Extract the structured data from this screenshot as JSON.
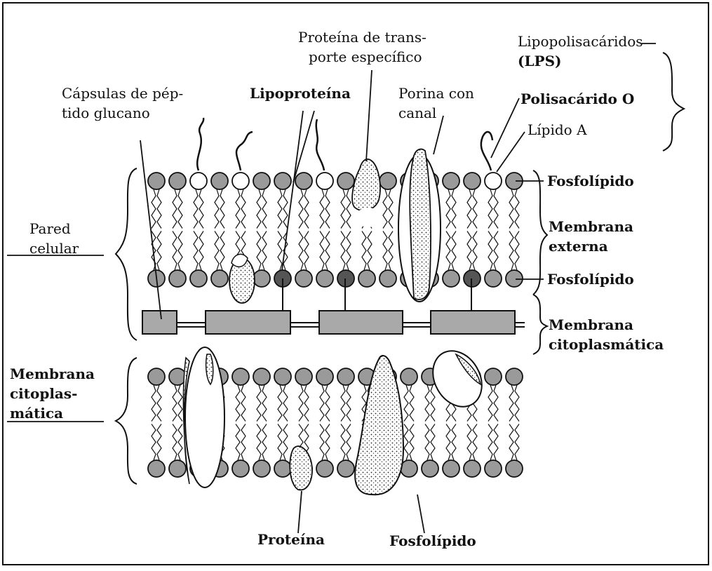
{
  "labels": {
    "proteina_transporte_l1": "Proteína de trans-",
    "proteina_transporte_l2": "porte específico",
    "lps_l1": "Lipopolisacáridos",
    "lps_l2": "(LPS)",
    "capsulas_l1": "Cápsulas de pép-",
    "capsulas_l2": "tido glucano",
    "lipoproteina": "Lipoproteína",
    "porina_l1": "Porina con",
    "porina_l2": "canal",
    "polisacarido_o": "Polisacárido O",
    "lipido_a": "Lípido A",
    "fosfolipido_1": "Fosfolípido",
    "pared_l1": "Pared",
    "pared_l2": "celular",
    "membrana_externa_l1": "Membrana",
    "membrana_externa_l2": "externa",
    "fosfolipido_2": "Fosfolípido",
    "membrana_cito_right_l1": "Membrana",
    "membrana_cito_right_l2": "citoplasmática",
    "membrana_cito_left_l1": "Membrana",
    "membrana_cito_left_l2": "citoplas-",
    "membrana_cito_left_l3": "mática",
    "proteina": "Proteína",
    "fosfolipido_3": "Fosfolípido"
  },
  "colors": {
    "head_gray": "#9a9a9a",
    "head_dark": "#555555",
    "head_white": "#ffffff",
    "peptidoglycan": "#a9a9a9",
    "stroke": "#111111"
  }
}
